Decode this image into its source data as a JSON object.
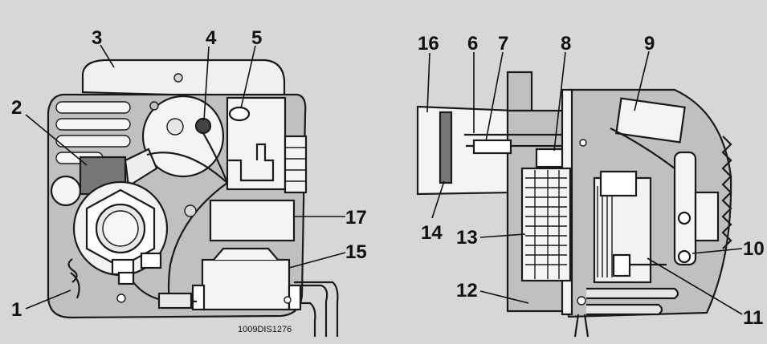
{
  "callouts": {
    "c1": "1",
    "c2": "2",
    "c3": "3",
    "c4": "4",
    "c5": "5",
    "c6": "6",
    "c7": "7",
    "c8": "8",
    "c9": "9",
    "c10": "10",
    "c11": "11",
    "c12": "12",
    "c13": "13",
    "c14": "14",
    "c15": "15",
    "c16": "16",
    "c17": "17"
  },
  "drawing_code": "1009DIS1276",
  "colors": {
    "background": "#d6d7d9",
    "housing": "#bfc0c2",
    "panel_light": "#f2f2f2",
    "outline": "#1a1a1a"
  }
}
